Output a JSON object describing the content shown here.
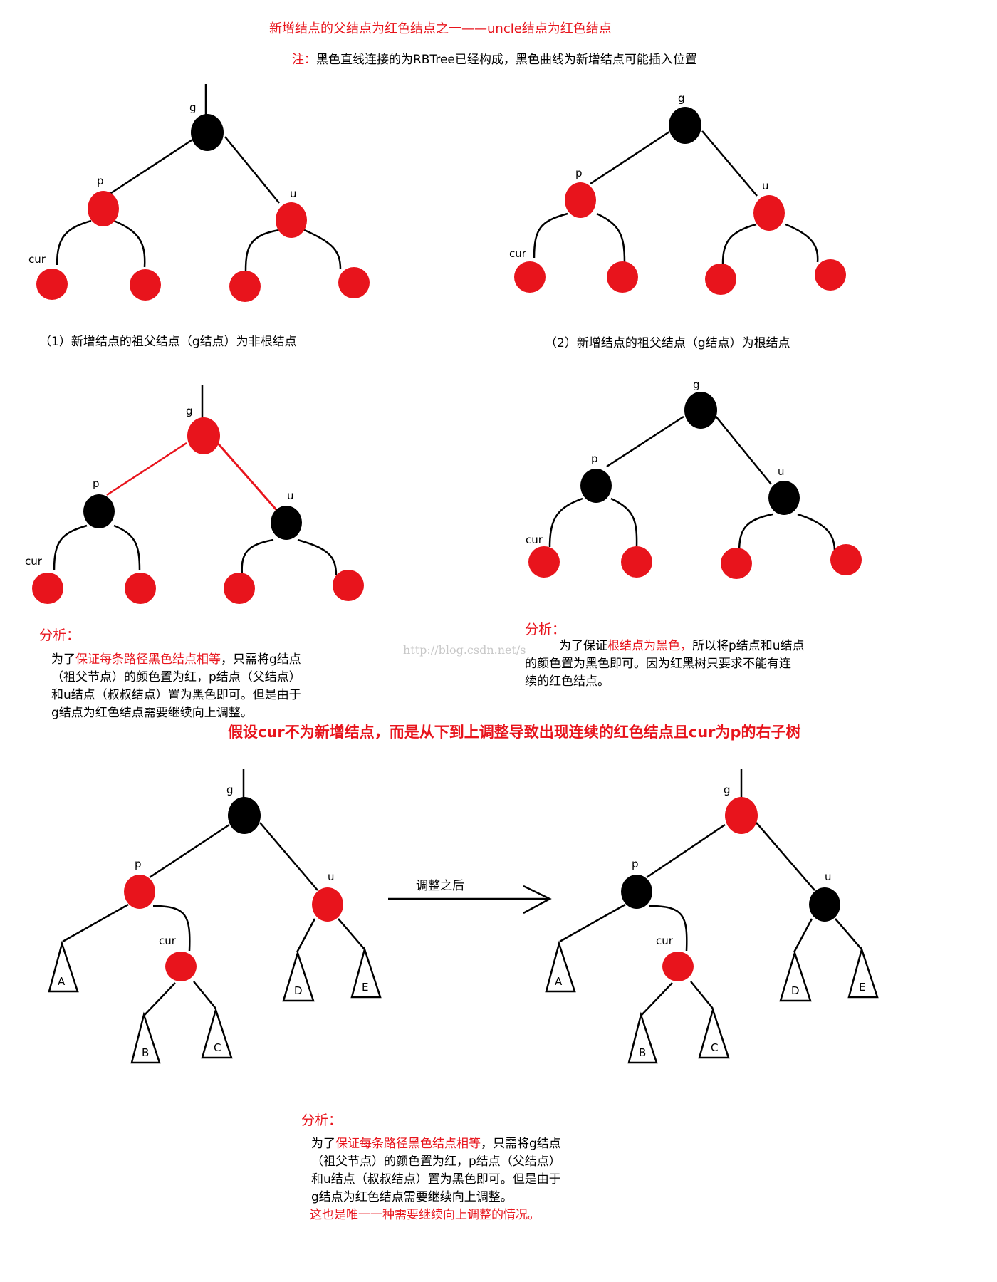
{
  "header": {
    "title": "新增结点的父结点为红色结点之一——uncle结点为红色结点",
    "note_prefix": "注：",
    "note_text": "黑色直线连接的为RBTree已经构成，黑色曲线为新增结点可能插入位置"
  },
  "colors": {
    "red": "#e8141c",
    "black": "#000000"
  },
  "labels": {
    "g": "g",
    "p": "p",
    "u": "u",
    "cur": "cur"
  },
  "captions": {
    "case1": "（1）新增结点的祖父结点（g结点）为非根结点",
    "case2": "（2）新增结点的祖父结点（g结点）为根结点"
  },
  "analysis1": {
    "label": "分析：",
    "line1_prefix": "为了",
    "line1_red": "保证每条路径黑色结点相等",
    "line1_rest": "，只需将g结点",
    "line2": "（祖父节点）的颜色置为红，p结点（父结点）",
    "line3": "和u结点（叔叔结点）置为黑色即可。但是由于",
    "line4": "g结点为红色结点需要继续向上调整。"
  },
  "analysis2": {
    "label": "分析：",
    "line1_prefix": "为了保证",
    "line1_red": "根结点为黑色，",
    "line1_rest": "所以将p结点和u结点",
    "line2": "的颜色置为黑色即可。因为红黑树只要求不能有连",
    "line3": "续的红色结点。"
  },
  "watermark": "http://blog.csdn.net/s",
  "headline": "假设cur不为新增结点，而是从下到上调整导致出现连续的红色结点且cur为p的右子树",
  "arrow_label": "调整之后",
  "subtrees": [
    "A",
    "B",
    "C",
    "D",
    "E"
  ],
  "analysis3": {
    "label": "分析：",
    "line1_prefix": "为了",
    "line1_red": "保证每条路径黑色结点相等",
    "line1_rest": "，只需将g结点",
    "line2": "（祖父节点）的颜色置为红，p结点（父结点）",
    "line3": "和u结点（叔叔结点）置为黑色即可。但是由于",
    "line4": "g结点为红色结点需要继续向上调整。",
    "line5": "这也是唯一一种需要继续向上调整的情况。"
  }
}
